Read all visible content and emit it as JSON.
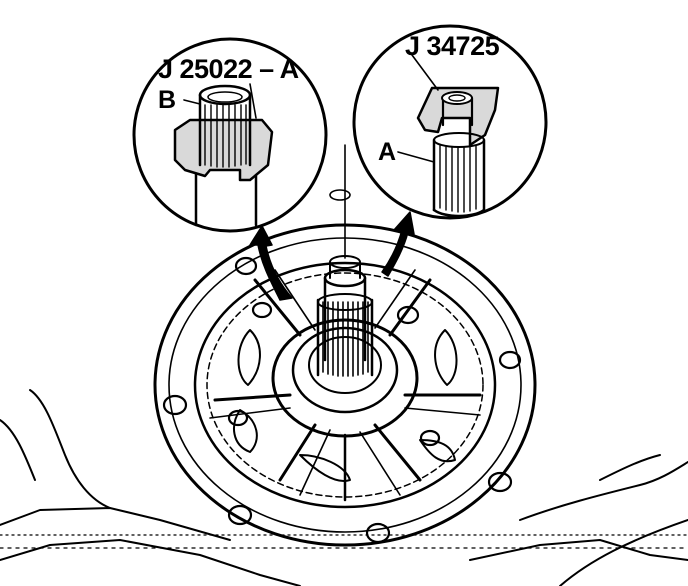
{
  "callouts": {
    "left_tool": "J 25022 – A",
    "left_part": "B",
    "right_tool": "J 34725",
    "right_part": "A"
  },
  "colors": {
    "line": "#000000",
    "background": "#ffffff"
  }
}
